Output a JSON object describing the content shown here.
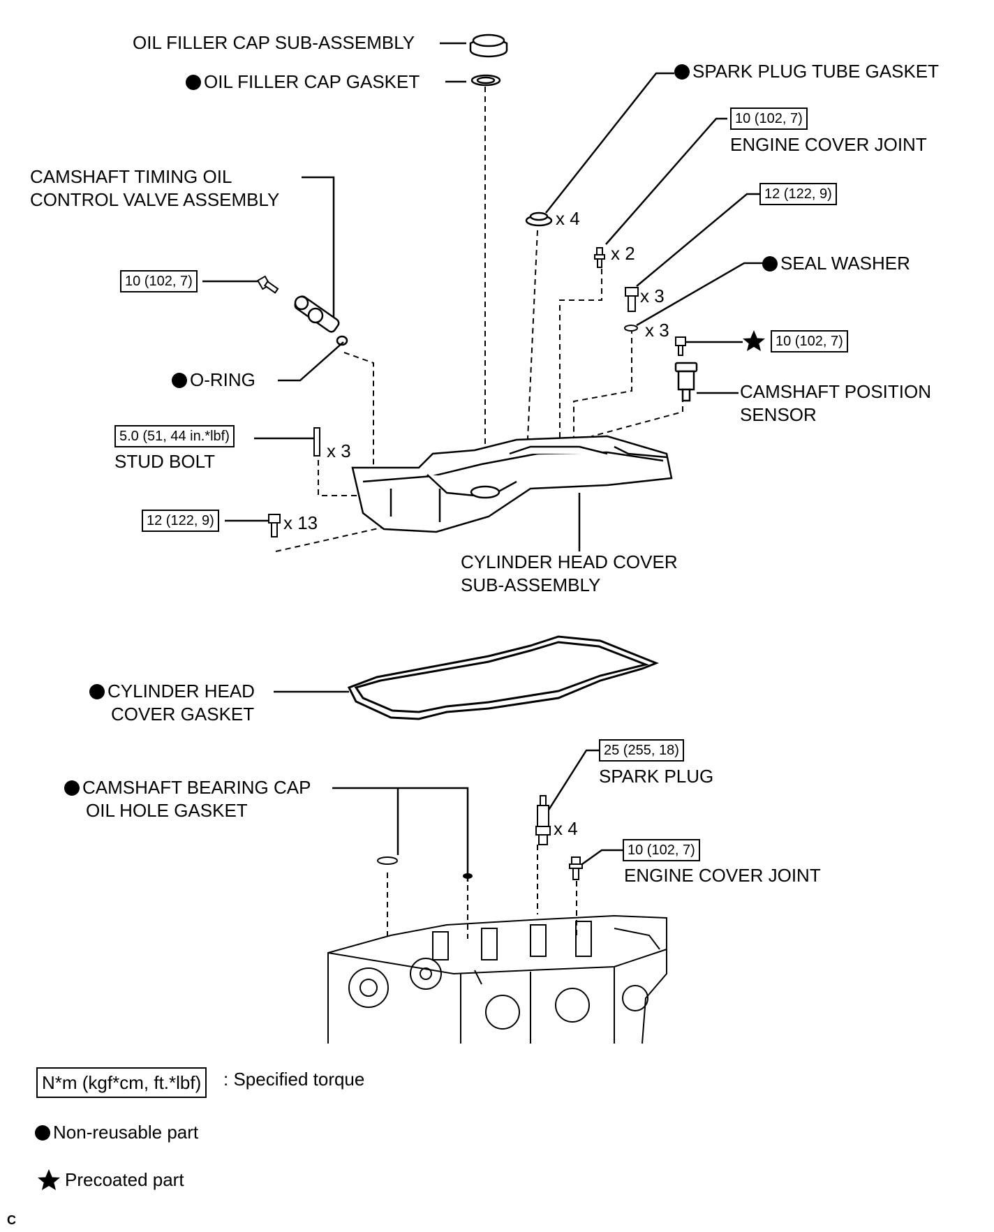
{
  "labels": {
    "oil_filler_cap_sub": "OIL FILLER CAP SUB-ASSEMBLY",
    "oil_filler_cap_gasket": "OIL FILLER CAP GASKET",
    "spark_plug_tube_gasket": "SPARK PLUG TUBE GASKET",
    "engine_cover_joint_top": "ENGINE COVER JOINT",
    "camshaft_timing_valve_1": "CAMSHAFT TIMING OIL",
    "camshaft_timing_valve_2": "CONTROL VALVE ASSEMBLY",
    "seal_washer": "SEAL WASHER",
    "o_ring": "O-RING",
    "camshaft_position_sensor_1": "CAMSHAFT POSITION",
    "camshaft_position_sensor_2": "SENSOR",
    "stud_bolt": "STUD BOLT",
    "cylinder_head_cover_1": "CYLINDER HEAD COVER",
    "cylinder_head_cover_2": "SUB-ASSEMBLY",
    "cylinder_head_cover_gasket_1": "CYLINDER HEAD",
    "cylinder_head_cover_gasket_2": "COVER GASKET",
    "bearing_cap_gasket_1": "CAMSHAFT BEARING CAP",
    "bearing_cap_gasket_2": "OIL HOLE GASKET",
    "spark_plug": "SPARK PLUG",
    "engine_cover_joint_bottom": "ENGINE COVER JOINT"
  },
  "torques": {
    "engine_cover_joint_top": "10 (102, 7)",
    "seal_washer_bolt": "12 (122, 9)",
    "ocv_bolt": "10 (102, 7)",
    "sensor_bolt": "10 (102, 7)",
    "stud_bolt": "5.0 (51, 44 in.*lbf)",
    "cover_bolts": "12 (122, 9)",
    "spark_plug": "25 (255, 18)",
    "engine_cover_joint_bottom": "10 (102, 7)"
  },
  "quantities": {
    "tube_gasket": "x 4",
    "engine_cover_joint": "x 2",
    "seal_washer_bolt": "x 3",
    "seal_washer": "x 3",
    "stud_bolt": "x 3",
    "cover_bolts": "x 13",
    "spark_plug": "x 4"
  },
  "legend": {
    "torque_unit": "N*m (kgf*cm, ft.*lbf)",
    "torque_text": ": Specified torque",
    "non_reusable": "Non-reusable part",
    "precoated": "Precoated part"
  },
  "corner_mark": "C"
}
